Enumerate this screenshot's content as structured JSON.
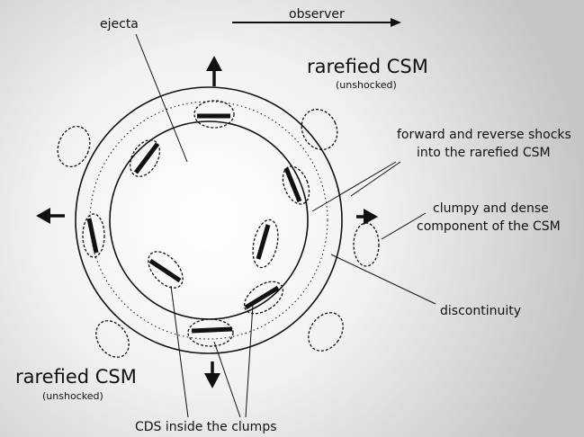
{
  "labels": {
    "observer": "observer",
    "ejecta": "ejecta",
    "rarefied_top": "rarefied CSM",
    "unshocked_top": "(unshocked)",
    "shocks_line1": "forward and reverse shocks",
    "shocks_line2": "into the rarefied CSM",
    "clumpy_line1": "clumpy and dense",
    "clumpy_line2": "component of the CSM",
    "discontinuity": "discontinuity",
    "rarefied_bottom": "rarefied CSM",
    "unshocked_bottom": "(unshocked)",
    "cds": "CDS inside the clumps"
  },
  "colors": {
    "ink": "#111111",
    "background_center": "#ffffff",
    "background_edge": "#c6c6c9"
  }
}
